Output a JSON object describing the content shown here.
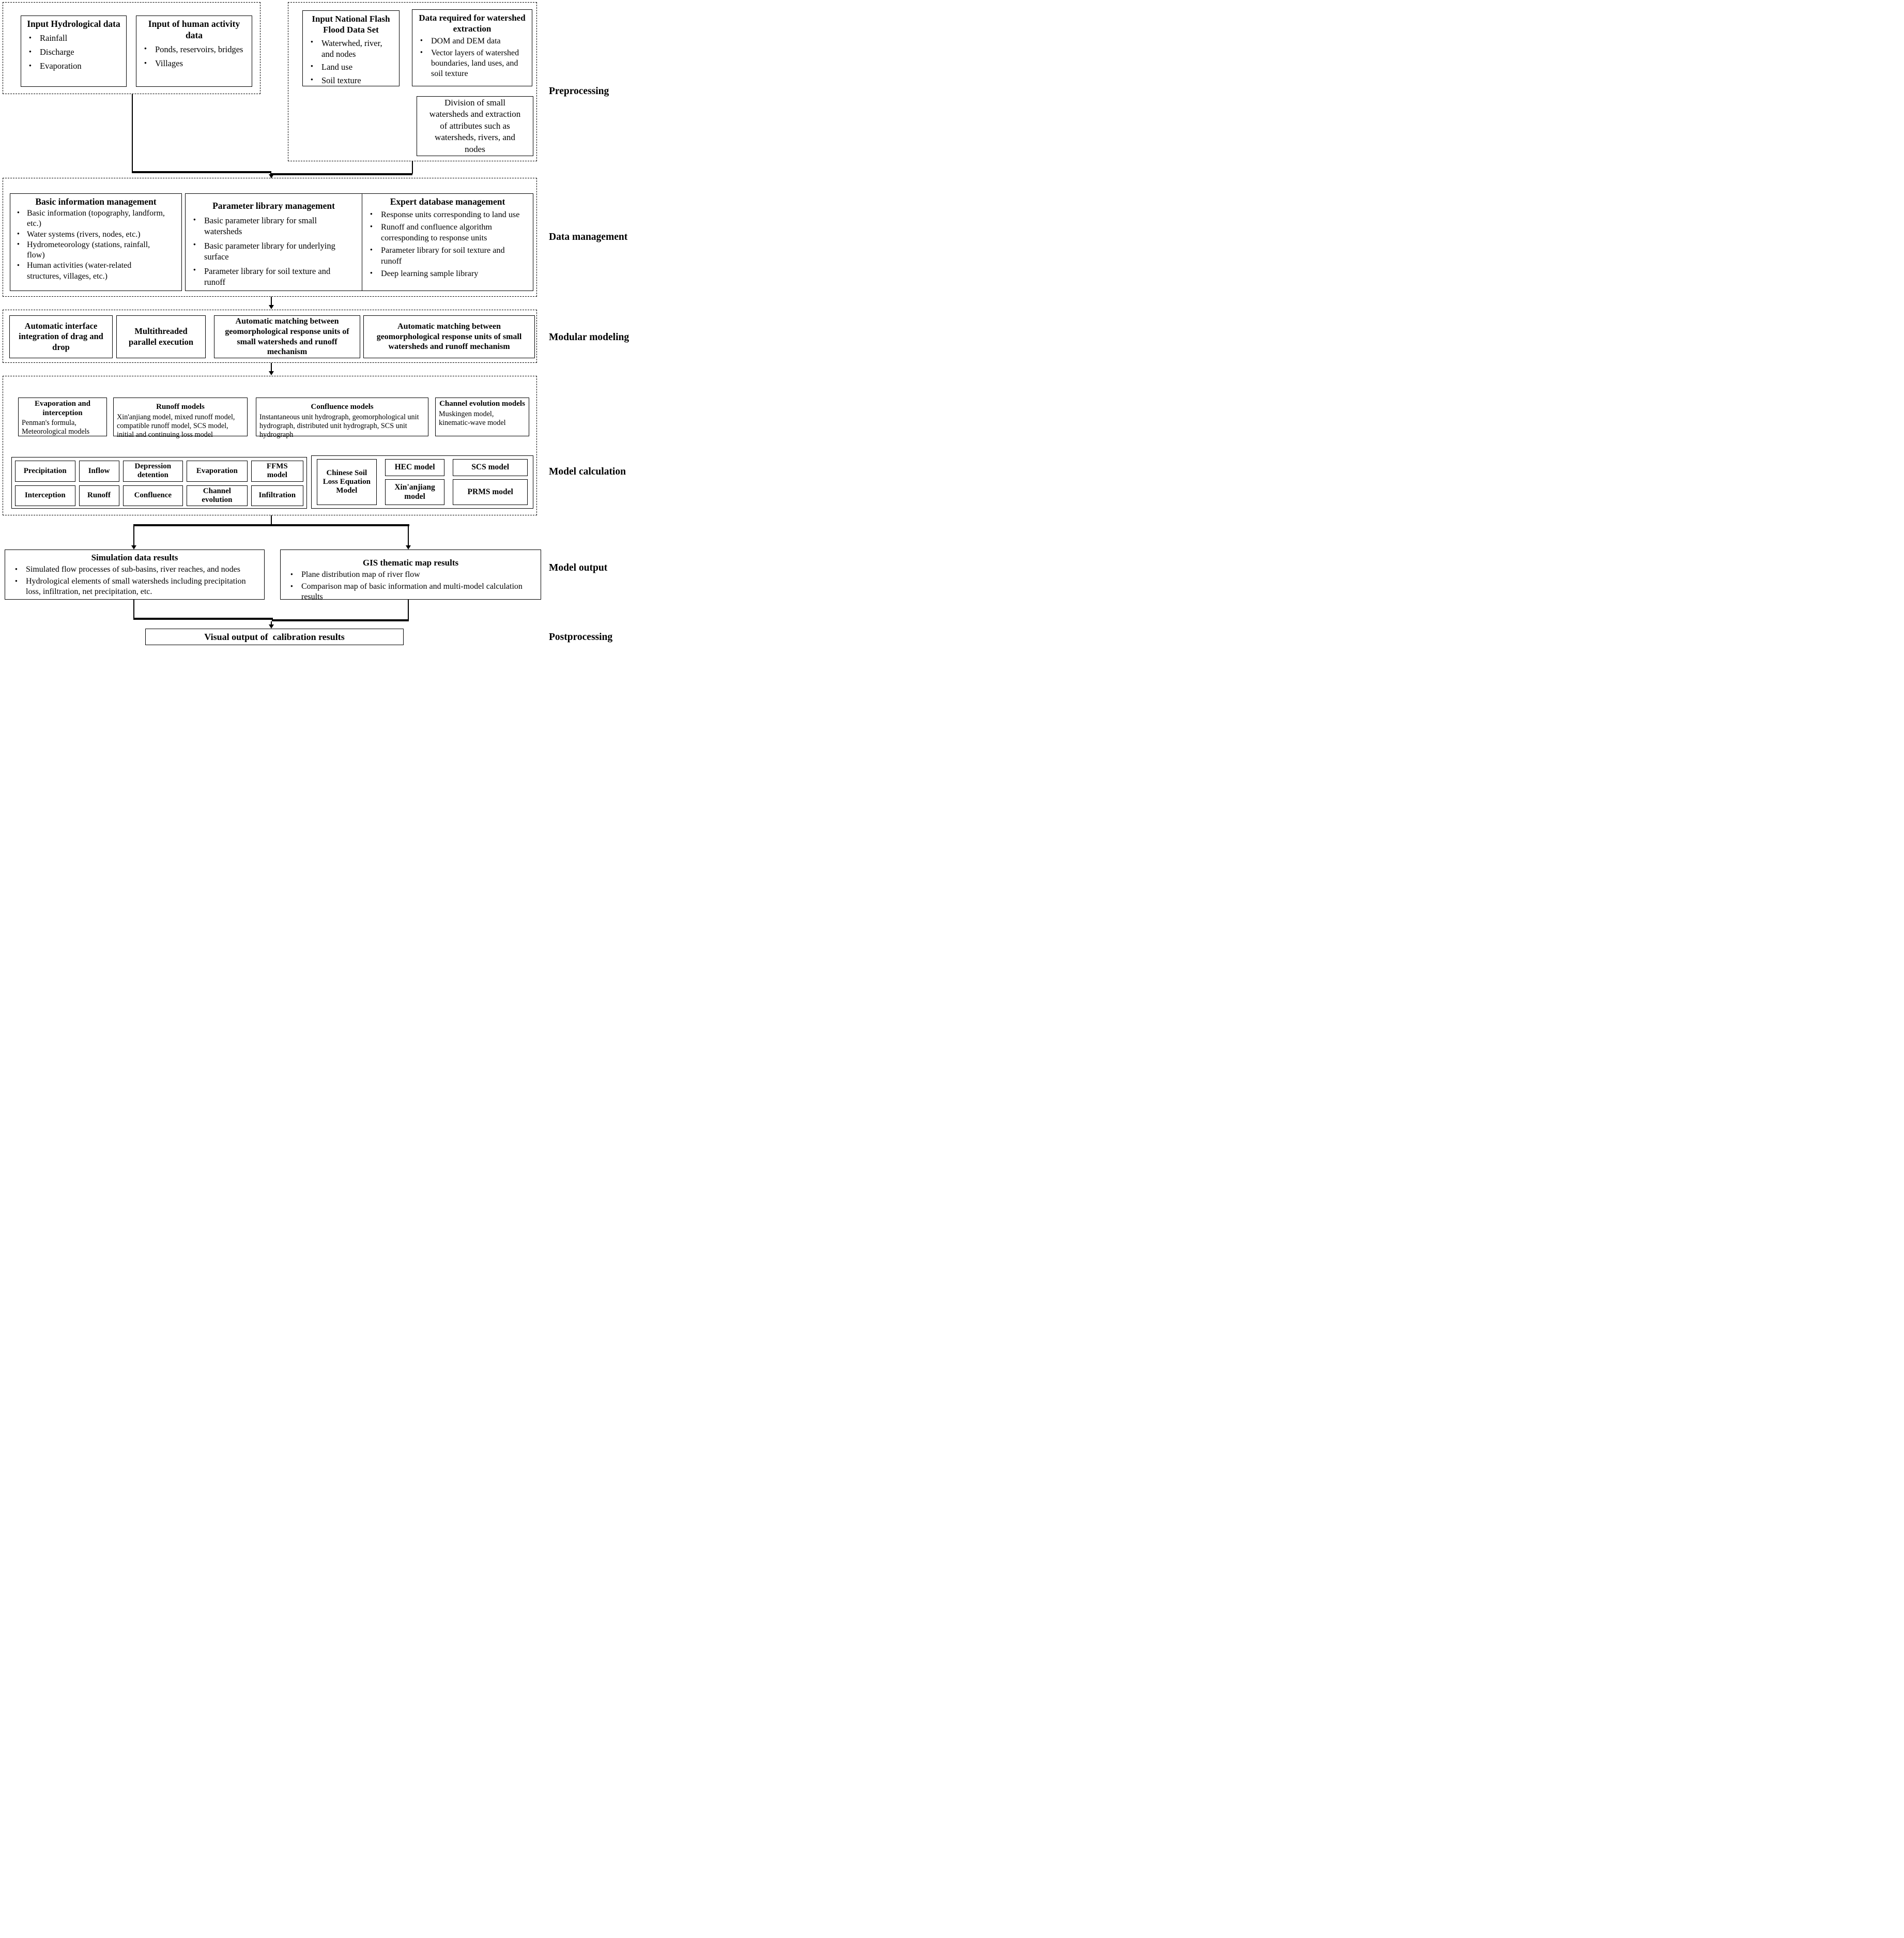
{
  "colors": {
    "background": "#ffffff",
    "line": "#000000",
    "text": "#000000"
  },
  "stage_labels": {
    "preprocessing": "Preprocessing",
    "data_management": "Data management",
    "modular_modeling": "Modular modeling",
    "model_calculation": "Model calculation",
    "model_output": "Model output",
    "postprocessing": "Postprocessing"
  },
  "preprocessing": {
    "hydrological": {
      "title": "Input Hydrological data",
      "items": [
        "Rainfall",
        "Discharge",
        "Evaporation"
      ]
    },
    "human_activity": {
      "title": "Input of human activity data",
      "items": [
        "Ponds, reservoirs, bridges",
        "Villages"
      ]
    },
    "flash_flood": {
      "title": "Input National Flash Flood Data Set",
      "items": [
        "Waterwhed, river, and nodes",
        "Land use",
        "Soil texture"
      ]
    },
    "extraction_data": {
      "title": "Data required for watershed extraction",
      "items": [
        "DOM and DEM data",
        "Vector layers of watershed boundaries, land uses, and soil texture"
      ]
    },
    "division": {
      "text": "Division of small watersheds and extraction of attributes such as watersheds, rivers, and nodes"
    }
  },
  "data_management": {
    "basic_info": {
      "title": "Basic information management",
      "items": [
        "Basic information (topography, landform, etc.)",
        "Water systems (rivers, nodes, etc.)",
        "Hydrometeorology (stations, rainfall, flow)",
        "Human activities (water-related structures, villages, etc.)"
      ]
    },
    "parameter_library": {
      "title": "Parameter library management",
      "items": [
        "Basic parameter library for small watersheds",
        "Basic parameter library for underlying surface",
        "Parameter library for soil texture and runoff"
      ]
    },
    "expert_database": {
      "title": "Expert database management",
      "items": [
        "Response units corresponding to land use",
        "Runoff and confluence algorithm corresponding to response units",
        "Parameter library for soil texture and runoff",
        "Deep learning sample library"
      ]
    }
  },
  "modular_modeling": {
    "drag_drop": "Automatic interface integration of drag and drop",
    "multithreaded": "Multithreaded parallel execution",
    "matching_1": "Automatic matching between geomorphological response units of small watersheds and runoff mechanism",
    "matching_2": "Automatic matching between geomorphological response units of small watersheds and runoff mechanism"
  },
  "model_calculation": {
    "groups": [
      {
        "title": "Evaporation and interception",
        "body": "Penman's formula, Meteorological models"
      },
      {
        "title": "Runoff models",
        "body": "Xin'anjiang model, mixed runoff model, compatible runoff model, SCS model, initial and continuing loss model"
      },
      {
        "title": "Confluence models",
        "body": "Instantaneous unit hydrograph, geomorphological unit hydrograph, distributed unit hydrograph, SCS unit hydrograph"
      },
      {
        "title": "Channel evolution models",
        "body": "Muskingen model, kinematic-wave model"
      }
    ],
    "process_modules": {
      "row1": [
        "Precipitation",
        "Inflow",
        "Depression detention",
        "Evaporation",
        "FFMS model"
      ],
      "row2": [
        "Interception",
        "Runoff",
        "Confluence",
        "Channel evolution",
        "Infiltration"
      ]
    },
    "named_models": {
      "hec": "HEC model",
      "scs": "SCS model",
      "xaj": "Xin'anjiang model",
      "prms": "PRMS model",
      "csle": "Chinese Soil Loss Equation Model"
    }
  },
  "model_output": {
    "simulation": {
      "title": "Simulation data results",
      "items": [
        "Simulated flow processes of sub-basins, river reaches, and nodes",
        "Hydrological elements of small watersheds including precipitation loss, infiltration, net precipitation, etc."
      ]
    },
    "gis": {
      "title": "GIS thematic map results",
      "items": [
        "Plane distribution map of river flow",
        "Comparison map of basic information and multi-model calculation results"
      ]
    }
  },
  "postprocessing": {
    "visual_output": "Visual output of  calibration results"
  }
}
